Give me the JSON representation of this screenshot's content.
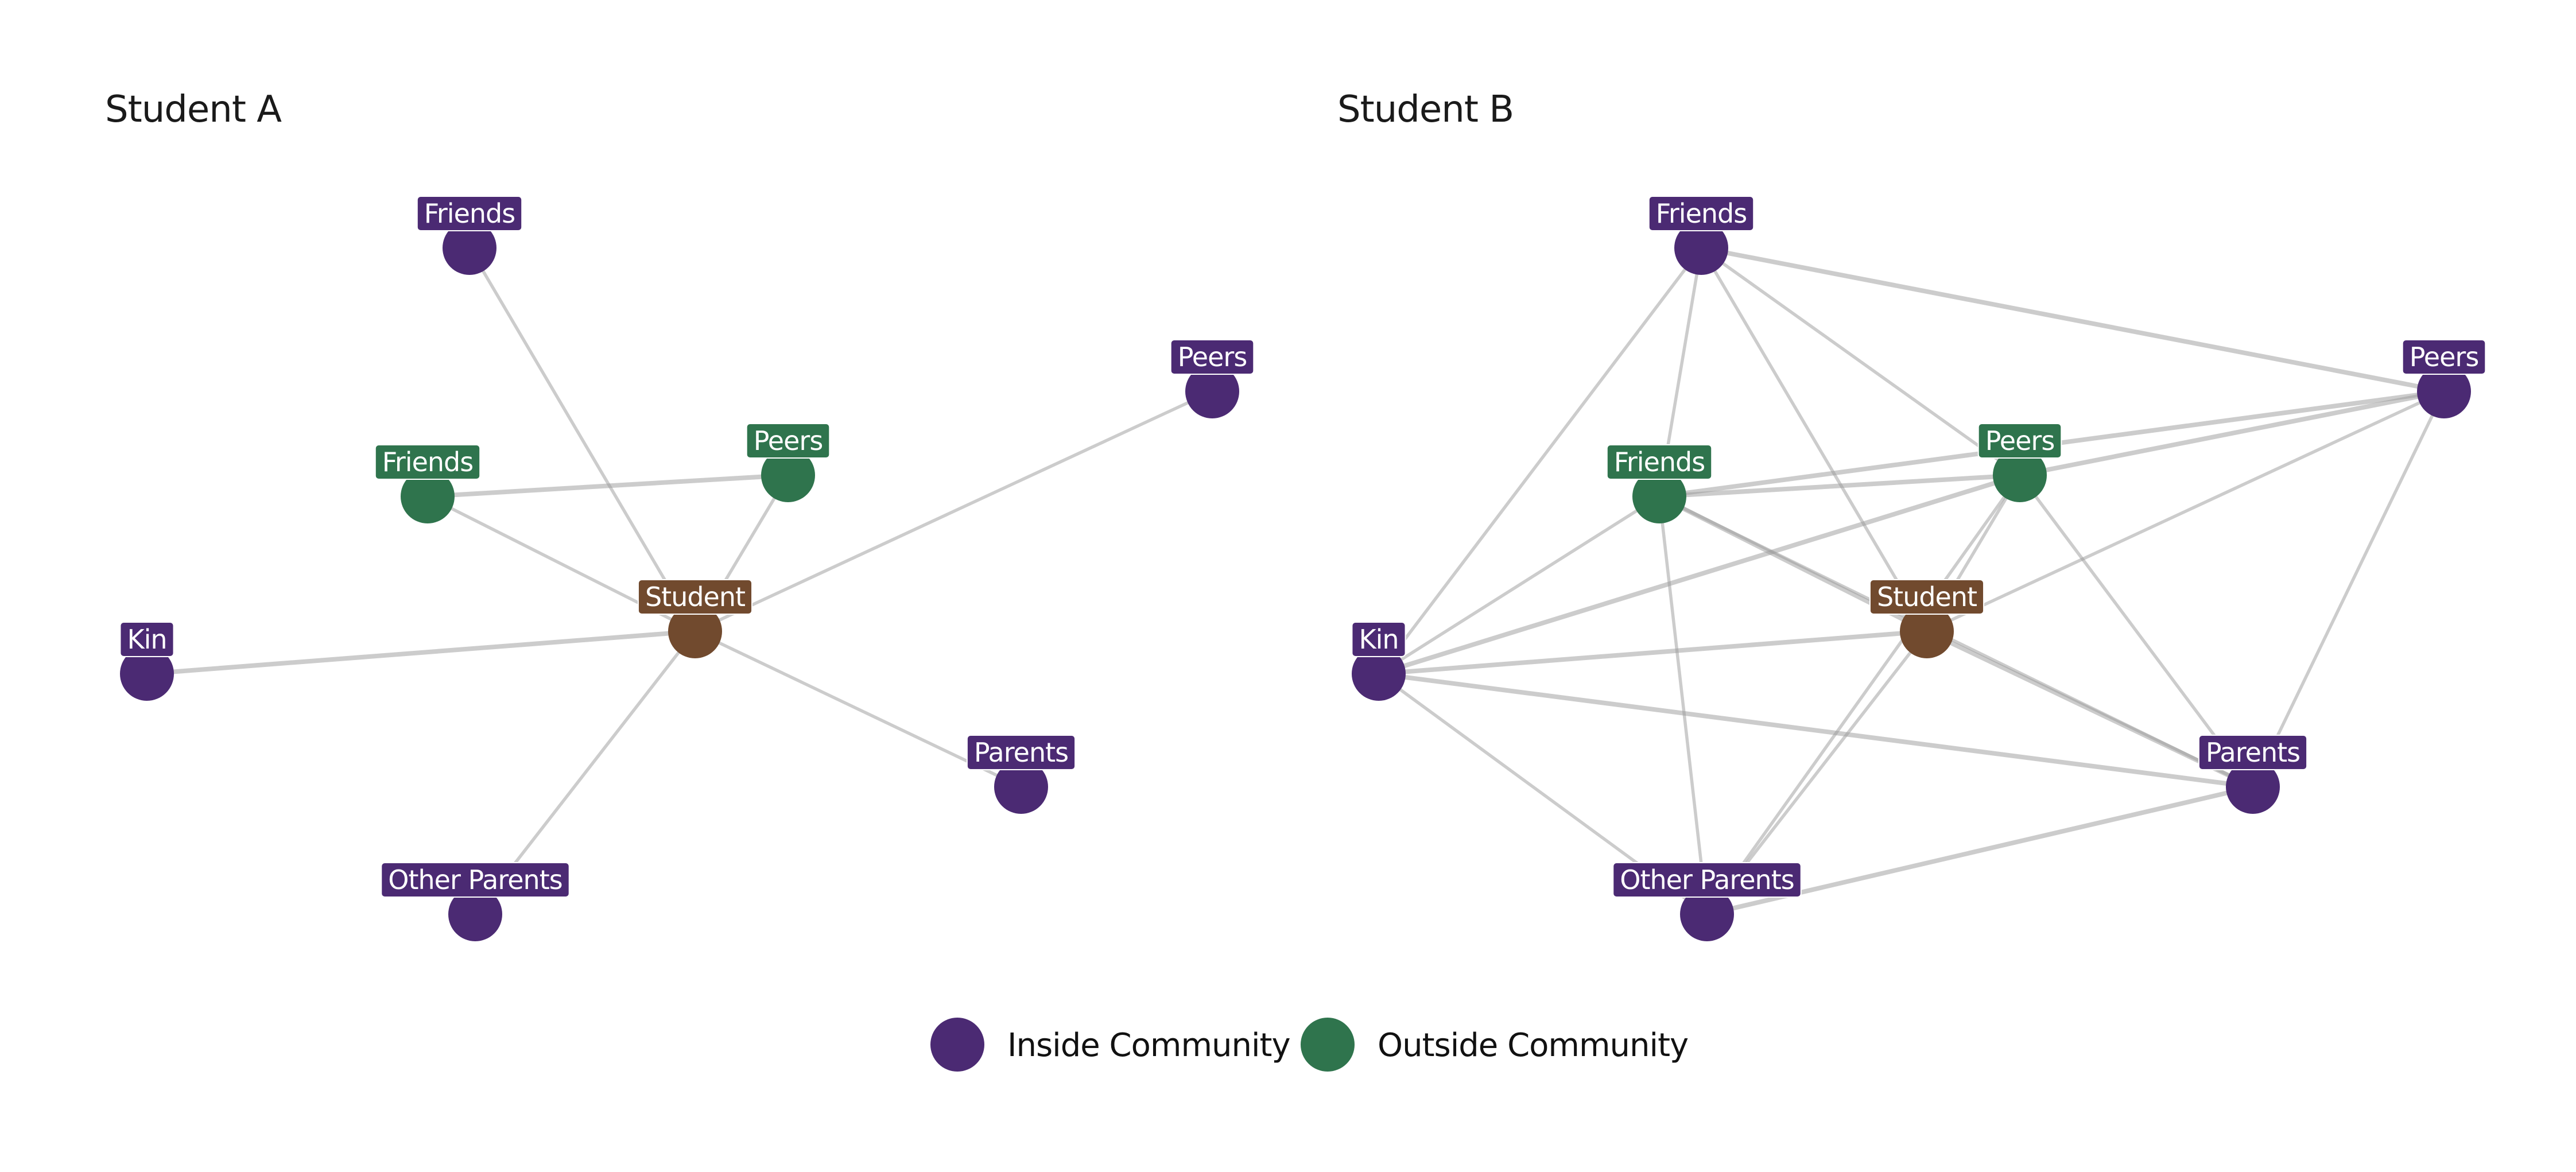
{
  "colors": {
    "inside": "#4B2A73",
    "outside": "#2F744D",
    "student": "#714A2E",
    "edge": "#9a9a9a",
    "label_text": "#ffffff",
    "title_text": "#1a1a1a"
  },
  "chart_data": {
    "type": "network",
    "title": "",
    "panels": [
      {
        "title": "Student A",
        "nodes": [
          {
            "id": "student",
            "label": "Student",
            "group": "student"
          },
          {
            "id": "friends_in",
            "label": "Friends",
            "group": "inside"
          },
          {
            "id": "peers_in",
            "label": "Peers",
            "group": "inside"
          },
          {
            "id": "friends_out",
            "label": "Friends",
            "group": "outside"
          },
          {
            "id": "peers_out",
            "label": "Peers",
            "group": "outside"
          },
          {
            "id": "kin",
            "label": "Kin",
            "group": "inside"
          },
          {
            "id": "parents",
            "label": "Parents",
            "group": "inside"
          },
          {
            "id": "other_parents",
            "label": "Other Parents",
            "group": "inside"
          }
        ],
        "edges": [
          {
            "source": "student",
            "target": "friends_in",
            "weight": 1
          },
          {
            "source": "student",
            "target": "peers_in",
            "weight": 1
          },
          {
            "source": "student",
            "target": "friends_out",
            "weight": 1
          },
          {
            "source": "student",
            "target": "peers_out",
            "weight": 1
          },
          {
            "source": "student",
            "target": "kin",
            "weight": 2
          },
          {
            "source": "student",
            "target": "parents",
            "weight": 1
          },
          {
            "source": "student",
            "target": "other_parents",
            "weight": 1
          },
          {
            "source": "friends_out",
            "target": "peers_out",
            "weight": 2
          }
        ]
      },
      {
        "title": "Student B",
        "nodes": [
          {
            "id": "student",
            "label": "Student",
            "group": "student"
          },
          {
            "id": "friends_in",
            "label": "Friends",
            "group": "inside"
          },
          {
            "id": "peers_in",
            "label": "Peers",
            "group": "inside"
          },
          {
            "id": "friends_out",
            "label": "Friends",
            "group": "outside"
          },
          {
            "id": "peers_out",
            "label": "Peers",
            "group": "outside"
          },
          {
            "id": "kin",
            "label": "Kin",
            "group": "inside"
          },
          {
            "id": "parents",
            "label": "Parents",
            "group": "inside"
          },
          {
            "id": "other_parents",
            "label": "Other Parents",
            "group": "inside"
          }
        ],
        "edges": [
          {
            "source": "friends_in",
            "target": "peers_in",
            "weight": 2
          },
          {
            "source": "friends_in",
            "target": "kin",
            "weight": 1
          },
          {
            "source": "friends_in",
            "target": "friends_out",
            "weight": 1
          },
          {
            "source": "friends_in",
            "target": "student",
            "weight": 1
          },
          {
            "source": "friends_in",
            "target": "peers_out",
            "weight": 1
          },
          {
            "source": "peers_in",
            "target": "friends_out",
            "weight": 2
          },
          {
            "source": "peers_in",
            "target": "peers_out",
            "weight": 2
          },
          {
            "source": "peers_in",
            "target": "student",
            "weight": 1
          },
          {
            "source": "peers_in",
            "target": "parents",
            "weight": 1
          },
          {
            "source": "friends_out",
            "target": "peers_out",
            "weight": 2
          },
          {
            "source": "friends_out",
            "target": "kin",
            "weight": 1
          },
          {
            "source": "friends_out",
            "target": "student",
            "weight": 2
          },
          {
            "source": "friends_out",
            "target": "parents",
            "weight": 1
          },
          {
            "source": "friends_out",
            "target": "other_parents",
            "weight": 1
          },
          {
            "source": "peers_out",
            "target": "kin",
            "weight": 2
          },
          {
            "source": "peers_out",
            "target": "student",
            "weight": 1
          },
          {
            "source": "peers_out",
            "target": "parents",
            "weight": 1
          },
          {
            "source": "peers_out",
            "target": "other_parents",
            "weight": 1
          },
          {
            "source": "student",
            "target": "kin",
            "weight": 2
          },
          {
            "source": "student",
            "target": "parents",
            "weight": 2
          },
          {
            "source": "student",
            "target": "other_parents",
            "weight": 1
          },
          {
            "source": "kin",
            "target": "parents",
            "weight": 2
          },
          {
            "source": "kin",
            "target": "other_parents",
            "weight": 1
          },
          {
            "source": "parents",
            "target": "other_parents",
            "weight": 2
          }
        ]
      }
    ],
    "legend": {
      "position": "bottom-center",
      "items": [
        {
          "label": "Inside Community",
          "group": "inside"
        },
        {
          "label": "Outside Community",
          "group": "outside"
        }
      ]
    }
  }
}
